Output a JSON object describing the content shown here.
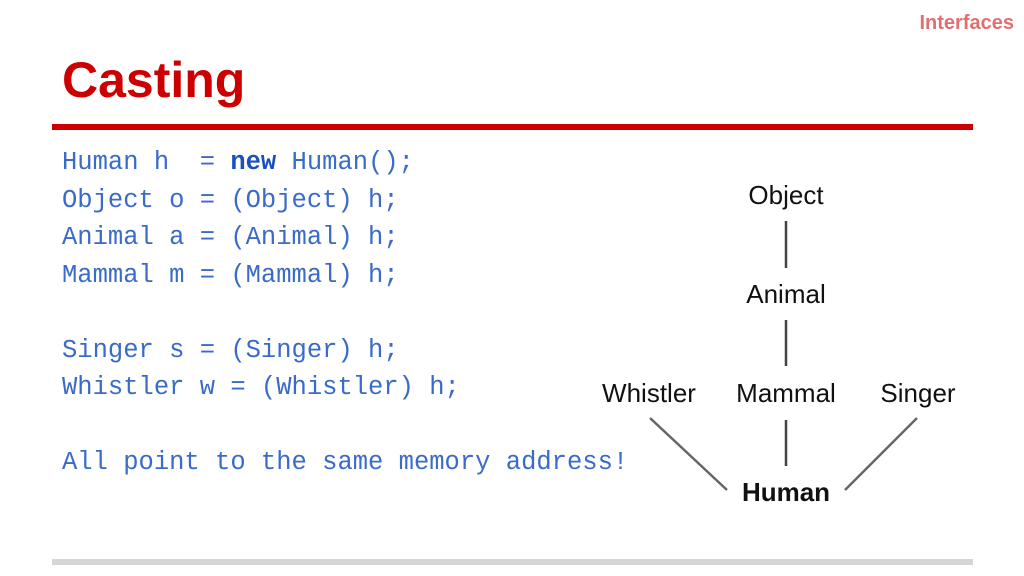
{
  "header": {
    "section_label": "Interfaces",
    "title": "Casting"
  },
  "code": {
    "lines": [
      {
        "before": "Human h  = ",
        "keyword": "new",
        "after": " Human();"
      },
      {
        "before": "Object o = (Object) h;",
        "keyword": "",
        "after": ""
      },
      {
        "before": "Animal a = (Animal) h;",
        "keyword": "",
        "after": ""
      },
      {
        "before": "Mammal m = (Mammal) h;",
        "keyword": "",
        "after": ""
      },
      {
        "before": "",
        "keyword": "",
        "after": ""
      },
      {
        "before": "Singer s = (Singer) h;",
        "keyword": "",
        "after": ""
      },
      {
        "before": "Whistler w = (Whistler) h;",
        "keyword": "",
        "after": ""
      },
      {
        "before": "",
        "keyword": "",
        "after": ""
      },
      {
        "before": "All point to the same memory address!",
        "keyword": "",
        "after": ""
      }
    ]
  },
  "diagram": {
    "nodes": {
      "object": "Object",
      "animal": "Animal",
      "whistler": "Whistler",
      "mammal": "Mammal",
      "singer": "Singer",
      "human": "Human"
    },
    "edges": [
      [
        "animal",
        "object"
      ],
      [
        "mammal",
        "animal"
      ],
      [
        "human",
        "whistler"
      ],
      [
        "human",
        "mammal"
      ],
      [
        "human",
        "singer"
      ]
    ]
  },
  "colors": {
    "title": "#cc0000",
    "section_label": "#e07070",
    "code_text": "#3a6bc8",
    "keyword": "#1a4fc0",
    "diagram_line": "#444444"
  }
}
